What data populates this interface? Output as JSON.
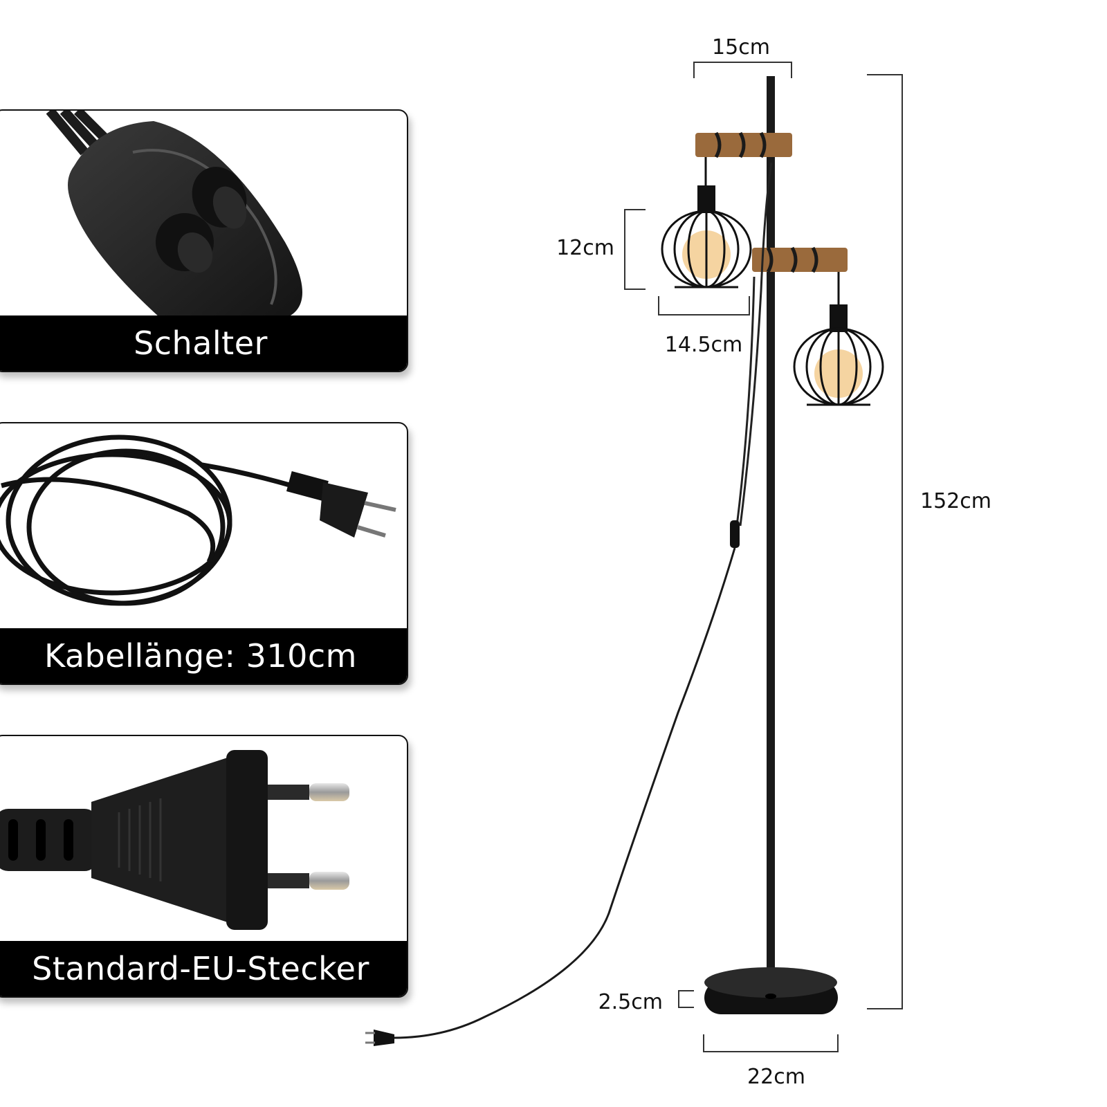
{
  "features": [
    {
      "caption": "Schalter",
      "icon": "rocker-switch-icon"
    },
    {
      "caption": "Kabellänge: 310cm",
      "icon": "coiled-cable-icon"
    },
    {
      "caption": "Standard-EU-Stecker",
      "icon": "eu-plug-icon"
    }
  ],
  "dimensions": {
    "top_width": "15cm",
    "shade_height": "12cm",
    "shade_width": "14.5cm",
    "total_height": "152cm",
    "base_height": "2.5cm",
    "base_width": "22cm"
  },
  "colors": {
    "caption_bg": "#000000",
    "caption_text": "#ffffff",
    "metal": "#1a1a1a",
    "wood": "#9a6a3c",
    "bulb_glow": "#f3c98a"
  }
}
